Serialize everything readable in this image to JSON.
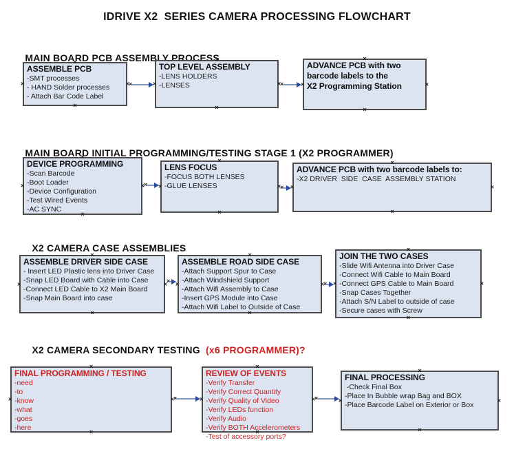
{
  "title": "IDRIVE X2  SERIES CAMERA PROCESSING FLOWCHART",
  "colors": {
    "box_fill": "#dce4f1",
    "box_border": "#4c4c4c",
    "accent_red": "#cc2222",
    "arrow_line": "#8399bf",
    "arrow_head": "#2c4a9e",
    "text": "#111111"
  },
  "handle_glyph": "×",
  "sections": [
    {
      "heading": "MAIN BOARD PCB ASSEMBLY PROCESS",
      "heading_red_suffix": "",
      "boxes": [
        {
          "title": "ASSEMBLE PCB",
          "items": [
            "-SMT processes",
            "- HAND Solder processes",
            "- Attach Bar Code Label"
          ]
        },
        {
          "title": "TOP LEVEL ASSEMBLY",
          "items": [
            "-LENS HOLDERS",
            "-LENSES"
          ]
        },
        {
          "title": "ADVANCE PCB with two\nbarcode labels to the\n X2 Programming Station",
          "items": []
        }
      ]
    },
    {
      "heading": "MAIN BOARD INITIAL PROGRAMMING/TESTING STAGE 1 (X2 PROGRAMMER)",
      "heading_red_suffix": "",
      "boxes": [
        {
          "title": "DEVICE PROGRAMMING",
          "items": [
            "-Scan Barcode",
            "-Boot Loader",
            "-Device Configuration",
            "-Test Wired Events",
            "-AC SYNC"
          ]
        },
        {
          "title": "LENS FOCUS",
          "items": [
            "-FOCUS BOTH LENSES",
            "-GLUE LENSES"
          ]
        },
        {
          "title": "ADVANCE PCB with two barcode labels to:",
          "items": [
            "-X2 DRIVER  SIDE  CASE  ASSEMBLY STATION"
          ]
        }
      ]
    },
    {
      "heading": "X2 CAMERA CASE ASSEMBLIES",
      "heading_red_suffix": "",
      "boxes": [
        {
          "title": "ASSEMBLE DRIVER SIDE CASE",
          "items": [
            "- Insert LED Plastic lens into Driver Case",
            "-Snap LED Board with Cable into Case",
            "-Connect LED Cable to X2 Main Board",
            "-Snap Main Board into case"
          ]
        },
        {
          "title": "ASSEMBLE ROAD SIDE CASE",
          "items": [
            "-Attach Support Spur to Case",
            "-Attach Windshield Support",
            "-Attach Wifi Assembly to Case",
            "-Insert GPS Module into Case",
            "-Attach Wifi Label to Outside of Case"
          ]
        },
        {
          "title": "JOIN THE TWO CASES",
          "items": [
            "-Slide Wifi Antenna into Driver Case",
            "-Connect Wifi Cable to Main Board",
            "-Connect GPS Cable to Main Board",
            "-Snap Cases Together",
            "-Attach S/N Label to outside of case",
            "-Secure cases with Screw"
          ]
        }
      ]
    },
    {
      "heading": "X2 CAMERA SECONDARY TESTING  ",
      "heading_red_suffix": "(x6 PROGRAMMER)?",
      "boxes": [
        {
          "title": "FINAL PROGRAMMING / TESTING",
          "items": [
            "-need",
            "-to",
            "-know",
            "-what",
            "-goes",
            "-here"
          ]
        },
        {
          "title": "REVIEW OF EVENTS",
          "items": [
            "-Verify Transfer",
            "-Verify Correct Quantity",
            "-Verify Quality of Video",
            "-Verify LEDs function",
            "-Verify Audio",
            "-Verify BOTH Accelerometers",
            "-Test of accessory ports?"
          ]
        },
        {
          "title": "FINAL PROCESSING",
          "items": [
            " -Check Final Box",
            "-Place In Bubble wrap Bag and BOX",
            "-Place Barcode Label on Exterior or Box"
          ]
        }
      ]
    }
  ]
}
